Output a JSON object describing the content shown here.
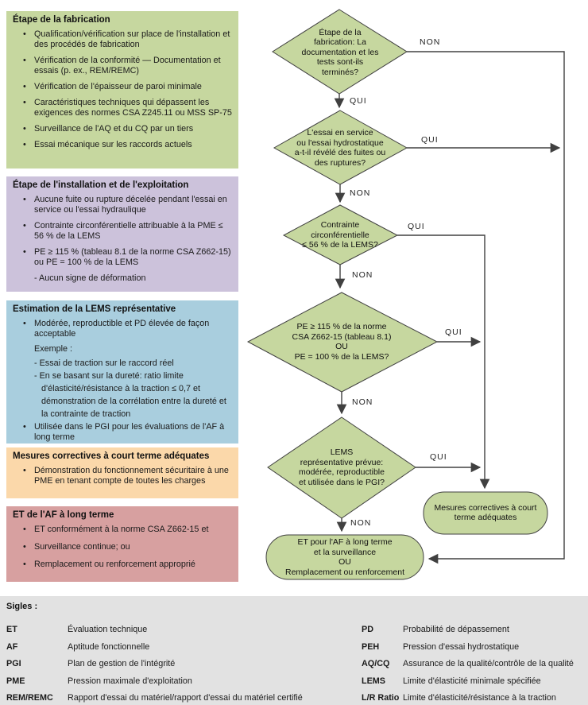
{
  "boxes": {
    "fabrication": {
      "title": "Étape de la fabrication",
      "bullets": [
        "Qualification/vérification sur place de l'installation et des procédés de fabrication",
        "Vérification de la conformité — Documentation et essais (p. ex., REM/REMC)",
        "Vérification de l'épaisseur de paroi minimale",
        "Caractéristiques techniques qui dépassent les exigences des normes CSA Z245.11 ou MSS SP-75",
        "Surveillance de l'AQ et du CQ par un tiers",
        "Essai mécanique sur les raccords actuels"
      ]
    },
    "installation": {
      "title": "Étape de l'installation et de l'exploitation",
      "bullets": [
        "Aucune fuite ou rupture décelée pendant l'essai en service ou l'essai hydraulique",
        "Contrainte circonférentielle attribuable à la PME ≤ 56 % de la LEMS",
        "PE ≥ 115 % (tableau 8.1 de la norme CSA Z662-15) ou PE = 100 % de la LEMS"
      ],
      "sub_bullet": "- Aucun signe de déformation"
    },
    "lems": {
      "title": "Estimation de la LEMS représentative",
      "bullet1": "Modérée, reproductible et PD élevée de façon acceptable",
      "example_label": "Exemple :",
      "example_items": [
        "- Essai de traction sur le raccord réel",
        "- En se basant sur la dureté: ratio limite d'élasticité/résistance à la traction ≤ 0,7 et démonstration de la corrélation entre la dureté et la contrainte de traction"
      ],
      "bullet2": "Utilisée dans le PGI pour les évaluations de l'AF à long terme"
    },
    "mesures": {
      "title": "Mesures correctives à court terme adéquates",
      "bullets": [
        "Démonstration du fonctionnement sécuritaire à une PME en tenant compte de toutes les charges"
      ]
    },
    "et_af": {
      "title": "ET de l'AF à long terme",
      "bullets": [
        "ET conformément à la norme CSA Z662-15 et",
        "Surveillance continue; ou",
        "Remplacement ou renforcement approprié"
      ]
    }
  },
  "flowchart": {
    "d1": "Étape de la\nfabrication: La\ndocumentation et les\ntests sont-ils\nterminés?",
    "d2": "L'essai en service\nou l'essai hydrostatique\na-t-il révélé des fuites ou\ndes ruptures?",
    "d3": "Contrainte\ncirconférentielle\n≤ 56 % de la LEMS?",
    "d4": "PE ≥ 115 % de la norme\nCSA Z662-15 (tableau 8.1)\nOU\nPE = 100 % de la LEMS?",
    "d5": "LEMS\nreprésentative prévue:\nmodérée, reproductible\net utilisée dans le PGI?",
    "node_mesures": "Mesures correctives à court\nterme adéquates",
    "node_terminal": "ET pour l'AF à long terme\net la surveillance\nOU\nRemplacement ou renforcement",
    "labels": {
      "oui": "QUI",
      "non": "NON"
    }
  },
  "sigles": {
    "title": "Sigles :",
    "rows": [
      {
        "t1": "ET",
        "d1": "Évaluation technique",
        "t2": "PD",
        "d2": "Probabilité de dépassement"
      },
      {
        "t1": "AF",
        "d1": "Aptitude fonctionnelle",
        "t2": "PEH",
        "d2": "Pression d'essai hydrostatique"
      },
      {
        "t1": "PGI",
        "d1": "Plan de gestion de l'intégrité",
        "t2": "AQ/CQ",
        "d2": "Assurance de la qualité/contrôle de la qualité"
      },
      {
        "t1": "PME",
        "d1": "Pression maximale d'exploitation",
        "t2": "LEMS",
        "d2": "Limite d'élasticité  minimale spécifiée"
      },
      {
        "t1": "REM/REMC",
        "d1": "Rapport d'essai du matériel/rapport d'essai du matériel certifié",
        "t2": "L/R Ratio",
        "d2": "Limite d'élasticité/résistance à la traction"
      }
    ]
  },
  "colors": {
    "green": "#c6d79f",
    "purple": "#ccc2db",
    "blue": "#a9cede",
    "orange": "#fbd8aa",
    "rose": "#d7a0a0",
    "line": "#404040",
    "legend_bg": "#e2e2e2"
  }
}
